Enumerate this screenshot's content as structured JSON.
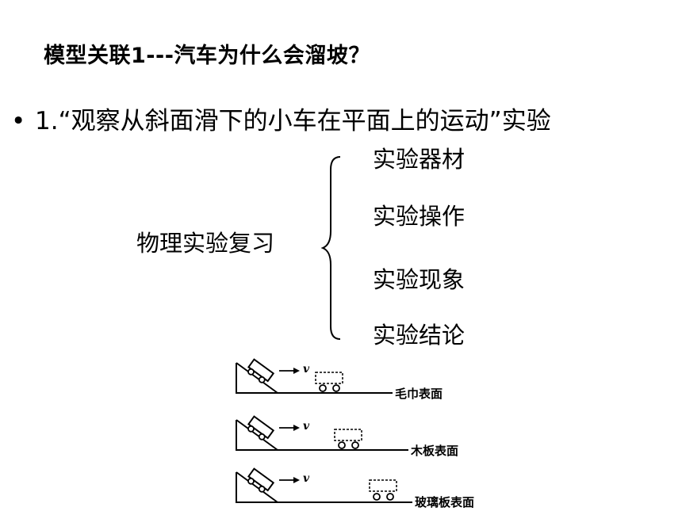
{
  "title": "模型关联1---汽车为什么会溜坡？",
  "bullet": {
    "marker": "•",
    "text": "1.“观察从斜面滑下的小车在平面上的运动”实验"
  },
  "review": {
    "label": "物理实验复习",
    "branches": [
      "实验器材",
      "实验操作",
      "实验现象",
      "实验结论"
    ]
  },
  "figure": {
    "velocity_symbol": "v",
    "surfaces": [
      "毛巾表面",
      "木板表面",
      "玻璃板表面"
    ]
  }
}
